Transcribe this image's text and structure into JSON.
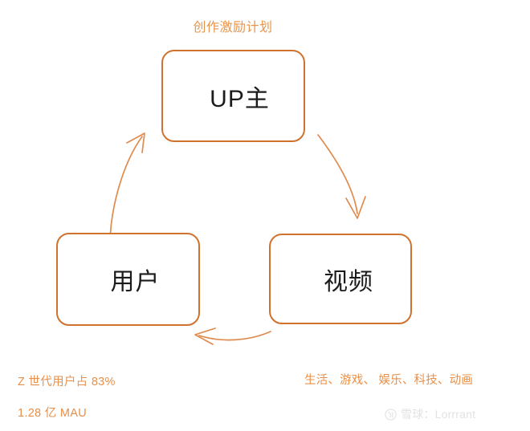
{
  "diagram": {
    "title": "创作激励计划",
    "title_color": "#E8954C",
    "box_border_color": "#D0722E",
    "arrow_color": "#E08B4E",
    "note_color": "#E8904A",
    "background": "#FFFFFF",
    "nodes": [
      {
        "id": "up",
        "label": "UP主"
      },
      {
        "id": "user",
        "label": "用户"
      },
      {
        "id": "video",
        "label": "视频"
      }
    ],
    "arrows": [
      {
        "id": "up-to-video",
        "from": "UP主",
        "to": "视频",
        "direction": "down-right"
      },
      {
        "id": "video-to-user",
        "from": "视频",
        "to": "用户",
        "direction": "left"
      },
      {
        "id": "user-to-up",
        "from": "用户",
        "to": "UP主",
        "direction": "up-right"
      }
    ],
    "notes": {
      "genz": "Z 世代用户占 83%",
      "mau": "1.28 亿 MAU",
      "categories": "生活、游戏、  娱乐、科技、动画"
    }
  },
  "watermark": {
    "icon": "xueqiu-logo-icon",
    "text": "雪球：Lorrrant",
    "color": "#E2E2E2"
  }
}
